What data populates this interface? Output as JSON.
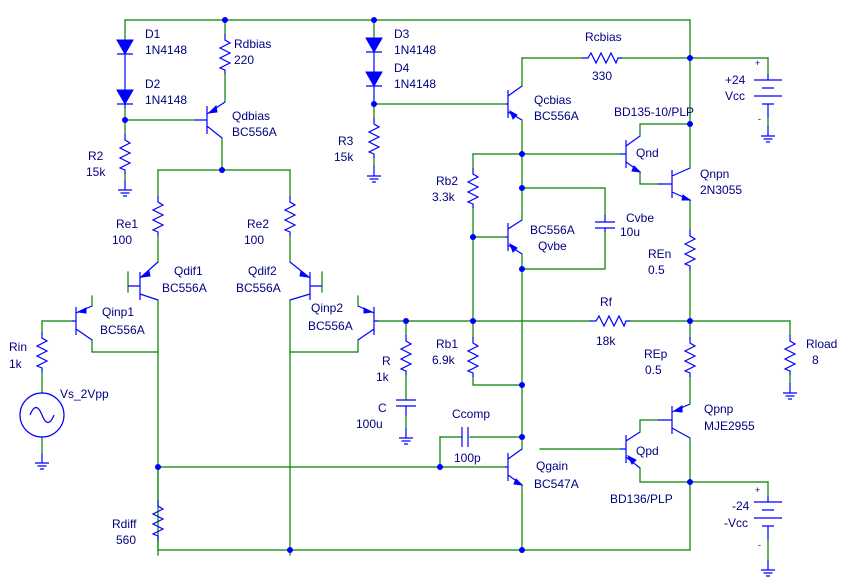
{
  "components": {
    "d1": {
      "name": "D1",
      "model": "1N4148"
    },
    "d2": {
      "name": "D2",
      "model": "1N4148"
    },
    "d3": {
      "name": "D3",
      "model": "1N4148"
    },
    "d4": {
      "name": "D4",
      "model": "1N4148"
    },
    "rdbias": {
      "name": "Rdbias",
      "value": "220"
    },
    "qdbias": {
      "name": "Qdbias",
      "model": "BC556A"
    },
    "r2": {
      "name": "R2",
      "value": "15k"
    },
    "r3": {
      "name": "R3",
      "value": "15k"
    },
    "rcbias": {
      "name": "Rcbias",
      "value": "330"
    },
    "qcbias": {
      "name": "Qcbias",
      "model": "BC556A"
    },
    "vcc_pos": {
      "name": "+24",
      "label": "Vcc",
      "plus": "+",
      "minus": "-"
    },
    "vcc_neg": {
      "name": "-24",
      "label": "-Vcc",
      "plus": "+",
      "minus": "-"
    },
    "qnd": {
      "name": "Qnd",
      "model": "BD135-10/PLP"
    },
    "qnpn": {
      "name": "Qnpn",
      "model": "2N3055"
    },
    "rb2": {
      "name": "Rb2",
      "value": "3.3k"
    },
    "qvbe": {
      "name": "Qvbe",
      "model": "BC556A"
    },
    "cvbe": {
      "name": "Cvbe",
      "value": "10u"
    },
    "ren": {
      "name": "REn",
      "value": "0.5"
    },
    "re1": {
      "name": "Re1",
      "value": "100"
    },
    "re2": {
      "name": "Re2",
      "value": "100"
    },
    "qdif1": {
      "name": "Qdif1",
      "model": "BC556A"
    },
    "qdif2": {
      "name": "Qdif2",
      "model": "BC556A"
    },
    "qinp1": {
      "name": "Qinp1",
      "model": "BC556A"
    },
    "qinp2": {
      "name": "Qinp2",
      "model": "BC556A"
    },
    "rin": {
      "name": "Rin",
      "value": "1k"
    },
    "vs": {
      "name": "Vs_2Vpp"
    },
    "r": {
      "name": "R",
      "value": "1k"
    },
    "c": {
      "name": "C",
      "value": "100u"
    },
    "rb1": {
      "name": "Rb1",
      "value": "6.9k"
    },
    "rf": {
      "name": "Rf",
      "value": "18k"
    },
    "rload": {
      "name": "Rload",
      "value": "8"
    },
    "rep": {
      "name": "REp",
      "value": "0.5"
    },
    "qpnp": {
      "name": "Qpnp",
      "model": "MJE2955"
    },
    "ccomp": {
      "name": "Ccomp",
      "value": "100p"
    },
    "qgain": {
      "name": "Qgain",
      "model": "BC547A"
    },
    "qpd": {
      "name": "Qpd",
      "model": "BD136/PLP"
    },
    "rdiff": {
      "name": "Rdiff",
      "value": "560"
    }
  },
  "colors": {
    "wire": "#008000",
    "component": "#0000ff",
    "label": "#000080",
    "background": "#ffffff"
  }
}
